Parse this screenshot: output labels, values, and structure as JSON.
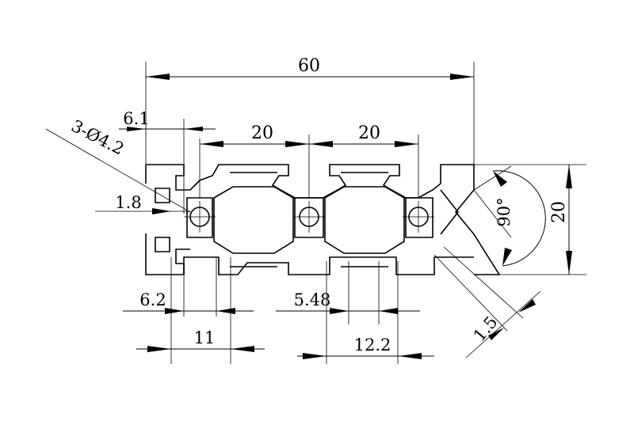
{
  "drawing": {
    "type": "2060 V-slot aluminium extrusion profile drawing",
    "dimensions": {
      "overall_width": "60",
      "slot_pitch_left": "20",
      "slot_pitch_right": "20",
      "height": "20",
      "hole_spec": "3-Ø4.2",
      "top_left_offset": "6.1",
      "wall_thickness": "1.8",
      "slot_opening": "6.2",
      "slot_width": "11",
      "groove_depth": "5.48",
      "groove_width": "12.2",
      "chamfer_angle": "90°",
      "edge_thickness": "1.5"
    },
    "line_color": "#000000",
    "background": "#ffffff"
  }
}
